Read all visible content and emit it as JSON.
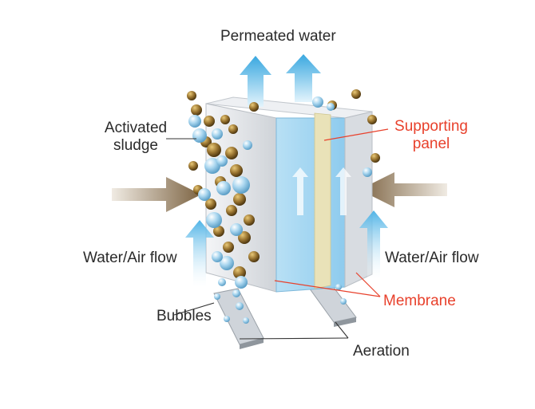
{
  "diagram": {
    "labels": {
      "permeated_water": "Permeated water",
      "activated_sludge_line1": "Activated",
      "activated_sludge_line2": "sludge",
      "supporting_panel_line1": "Supporting",
      "supporting_panel_line2": "panel",
      "water_air_flow_left": "Water/Air flow",
      "water_air_flow_right": "Water/Air flow",
      "membrane": "Membrane",
      "bubbles": "Bubbles",
      "aeration": "Aeration"
    },
    "colors": {
      "text": "#2a2a2a",
      "highlight_text": "#e8412c",
      "arrow_blue": "#55b8e6",
      "arrow_brown": "#8a7356",
      "sludge": "#8c6a2e",
      "bubble": "#9fd0ec",
      "membrane": "#a9d8f2",
      "panel": "#e9e2b8",
      "frame": "#e6e7ea"
    }
  }
}
